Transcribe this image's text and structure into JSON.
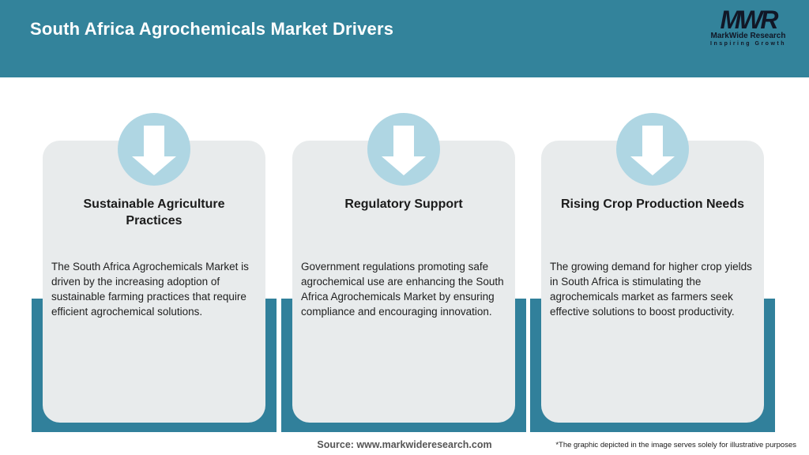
{
  "header": {
    "title": "South Africa Agrochemicals Market Drivers",
    "logo": {
      "acronym": "MWR",
      "name": "MarkWide Research",
      "tagline": "Inspiring Growth"
    }
  },
  "cards": [
    {
      "icon": "down-arrow-icon",
      "title": "Sustainable Agriculture Practices",
      "description": "The South Africa Agrochemicals Market is driven by the increasing adoption of sustainable farming practices that require efficient agrochemical solutions."
    },
    {
      "icon": "down-arrow-icon",
      "title": "Regulatory Support",
      "description": "Government regulations promoting safe agrochemical use are enhancing the South Africa Agrochemicals Market by ensuring compliance and encouraging innovation."
    },
    {
      "icon": "down-arrow-icon",
      "title": "Rising Crop Production Needs",
      "description": "The growing demand for higher crop yields in South Africa is stimulating the agrochemicals market as farmers seek effective solutions to boost productivity."
    }
  ],
  "footer": {
    "source": "Source: www.markwideresearch.com",
    "disclaimer": "*The graphic depicted in the image serves solely for illustrative purposes"
  },
  "colors": {
    "teal_header": "#33839B",
    "teal_backdrop": "#31809B",
    "card_background": "#E8EBEC",
    "icon_circle_blue": "#AFD6E3",
    "title_text": "#FFFFFF"
  }
}
